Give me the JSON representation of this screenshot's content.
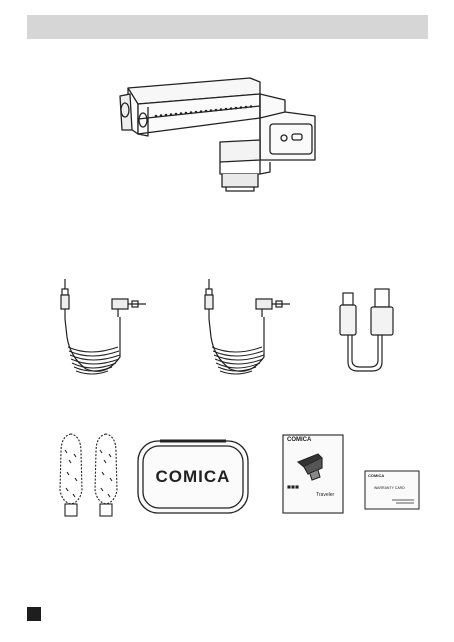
{
  "header": {
    "title": ""
  },
  "case": {
    "brand": "COMICA"
  },
  "manual": {
    "brand": "COMICA",
    "title": "Traveler"
  },
  "card": {
    "brand": "COMICA",
    "text": "WARRANTY CARD"
  },
  "icons": [
    "microphone-device",
    "trs-coiled-cable",
    "trs-coiled-cable",
    "usb-c-cable",
    "furry-windscreen",
    "furry-windscreen",
    "carrying-case",
    "user-manual",
    "warranty-card"
  ],
  "colors": {
    "header_bar": "#d6d6d6",
    "line_art": "#222222",
    "footer_mark": "#1e1e1e"
  }
}
